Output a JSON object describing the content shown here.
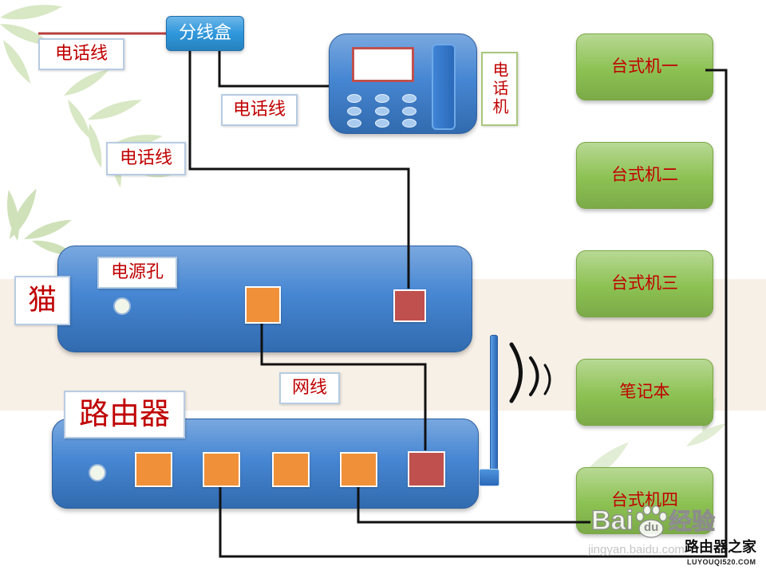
{
  "splitter": {
    "label": "分线盒"
  },
  "labels": {
    "incoming_line": "电话线",
    "splitter_to_phone_line": "电话线",
    "splitter_to_modem_line": "电话线",
    "power_hole": "电源孔",
    "modem": "猫",
    "router": "路由器",
    "network_cable": "网线",
    "telephone": "电话机"
  },
  "devices": [
    {
      "label": "台式机一"
    },
    {
      "label": "台式机二"
    },
    {
      "label": "台式机三"
    },
    {
      "label": "笔记本"
    },
    {
      "label": "台式机四"
    }
  ],
  "watermark": {
    "baidu_left": "Bai",
    "baidu_paw": "du",
    "baidu_right": "经验",
    "baidu_url": "jingyan.baidu.com",
    "site_name": "路由器之家",
    "site_url": "LUYOUQI520.COM"
  },
  "colors": {
    "label_text": "#c00000",
    "device_blue": "#3b7fd0",
    "splitter_blue": "#2e97dc",
    "device_green": "#8cc152",
    "port_orange": "#f0913a",
    "port_red": "#c0504d",
    "wire": "#111111",
    "incoming_wire": "#b5403f"
  }
}
